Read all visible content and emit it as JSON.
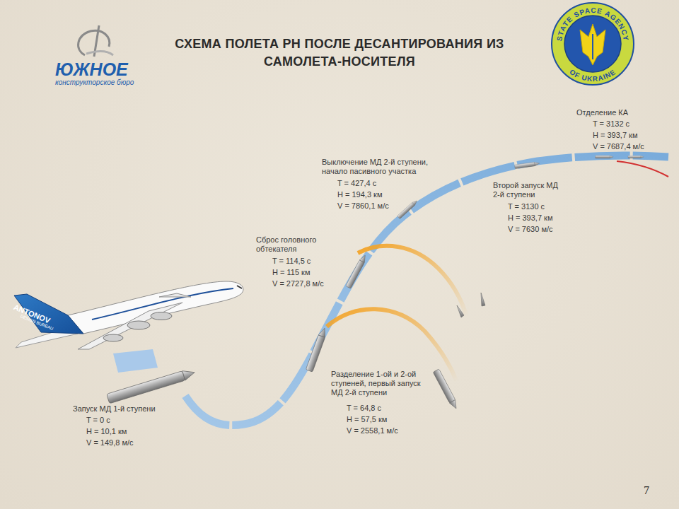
{
  "diagram": {
    "title": "СХЕМА ПОЛЕТА РН ПОСЛЕ ДЕСАНТИРОВАНИЯ ИЗ САМОЛЕТА-НОСИТЕЛЯ",
    "labels": [
      "ЮЖНОЕ",
      "конструкторское бюро",
      "STATE SPACE AGENCY",
      "OF UKRAINE",
      "ANTONOV",
      "DESIGN BUREAU",
      "Запуск МД 1-й ступени",
      "T = 0 с",
      "H = 10,1 км",
      "V = 149,8 м/с",
      "Разделение 1-ой и 2-ой ступеней, первый запуск МД 2-й ступени",
      "T = 64,8 с",
      "H = 57,5 км",
      "V = 2558,1 м/с",
      "Сброс головного обтекателя",
      "T = 114,5 с",
      "H = 115 км",
      "V = 2727,8 м/с",
      "Выключение МД 2-й ступени, начало пасивного участка",
      "T = 427,4 с",
      "H = 194,3 км",
      "V = 7860,1 м/с",
      "Второй запуск МД 2-й ступени",
      "T = 3130 с",
      "H = 393,7 км",
      "V = 7630 м/с",
      "Отделение КА",
      "T = 3132 с",
      "H = 393,7 км",
      "V = 7687,4 м/с",
      "7"
    ]
  }
}
